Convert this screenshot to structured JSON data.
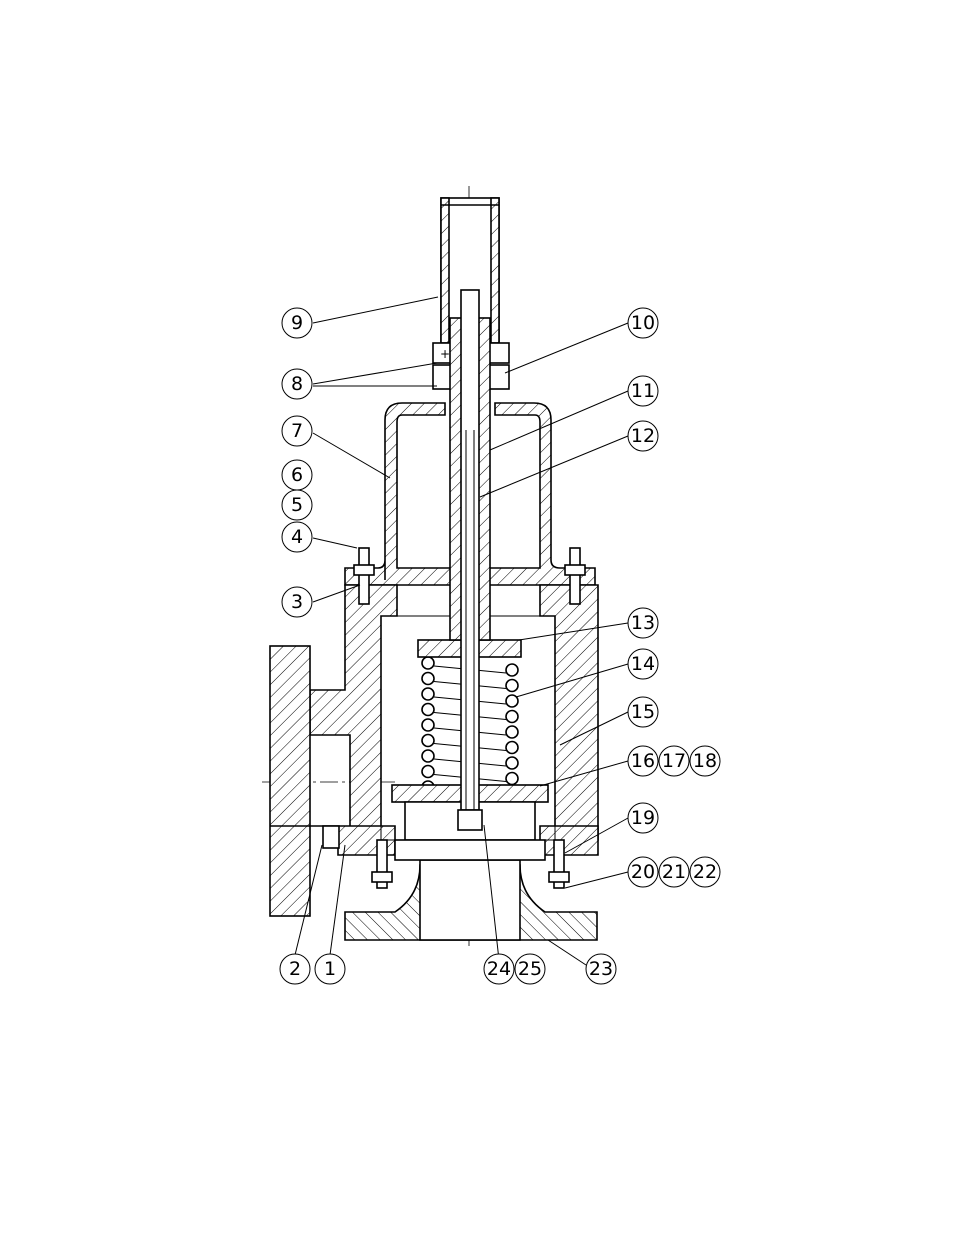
{
  "drawing": {
    "type": "sectional-assembly-drawing",
    "part_numbers": {
      "p1": "1",
      "p2": "2",
      "p3": "3",
      "p4": "4",
      "p5": "5",
      "p6": "6",
      "p7": "7",
      "p8": "8",
      "p9": "9",
      "p10": "10",
      "p11": "11",
      "p12": "12",
      "p13": "13",
      "p14": "14",
      "p15": "15",
      "p16": "16",
      "p17": "17",
      "p18": "18",
      "p19": "19",
      "p20": "20",
      "p21": "21",
      "p22": "22",
      "p23": "23",
      "p24": "24",
      "p25": "25"
    }
  }
}
